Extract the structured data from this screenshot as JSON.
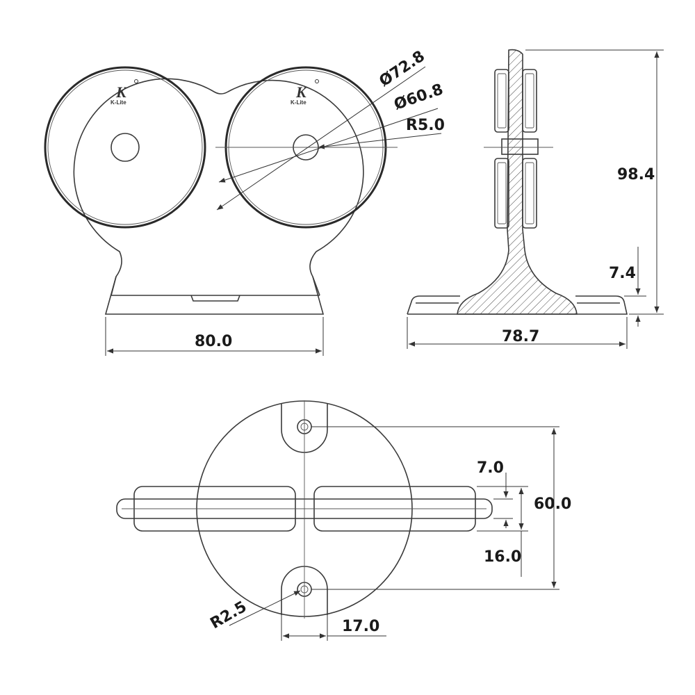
{
  "brand": {
    "logo_text": "K-Lite"
  },
  "front_view": {
    "outer_diameter": "Ø72.8",
    "inner_diameter": "Ø60.8",
    "hole_radius": "R5.0",
    "width": "80.0"
  },
  "side_view": {
    "height": "98.4",
    "base_thickness": "7.4",
    "base_width": "78.7"
  },
  "bottom_view": {
    "gap": "7.0",
    "hole_spacing": "60.0",
    "plate_thickness": "16.0",
    "slot_radius": "R2.5",
    "slot_width": "17.0"
  }
}
